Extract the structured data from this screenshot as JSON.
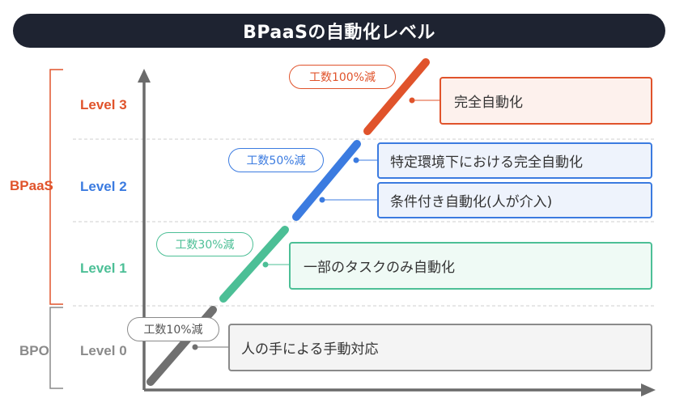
{
  "title": "BPaaSの自動化レベル",
  "groups": {
    "bpaas": {
      "label": "BPaaS",
      "color": "#e0532b"
    },
    "bpo": {
      "label": "BPO",
      "color": "#8a8a8a"
    }
  },
  "levels": [
    {
      "label": "Level 3",
      "color": "#e0532b"
    },
    {
      "label": "Level 2",
      "color": "#3b7be0"
    },
    {
      "label": "Level 1",
      "color": "#4cbf96"
    },
    {
      "label": "Level 0",
      "color": "#8a8a8a"
    }
  ],
  "reductions": {
    "level3": "工数100%減",
    "level2": "工数50%減",
    "level1": "工数30%減",
    "level0": "工数10%減"
  },
  "descriptions": {
    "level3": "完全自動化",
    "level2_a": "特定環境下における完全自動化",
    "level2_b": "条件付き自動化(人が介入)",
    "level1": "一部のタスクのみ自動化",
    "level0": "人の手による手動対応"
  },
  "colors": {
    "level3": "#e0532b",
    "level2": "#3b7be0",
    "level1": "#4cbf96",
    "level0": "#707070",
    "axis": "#6b6b6b",
    "title_bg": "#1e2331"
  }
}
